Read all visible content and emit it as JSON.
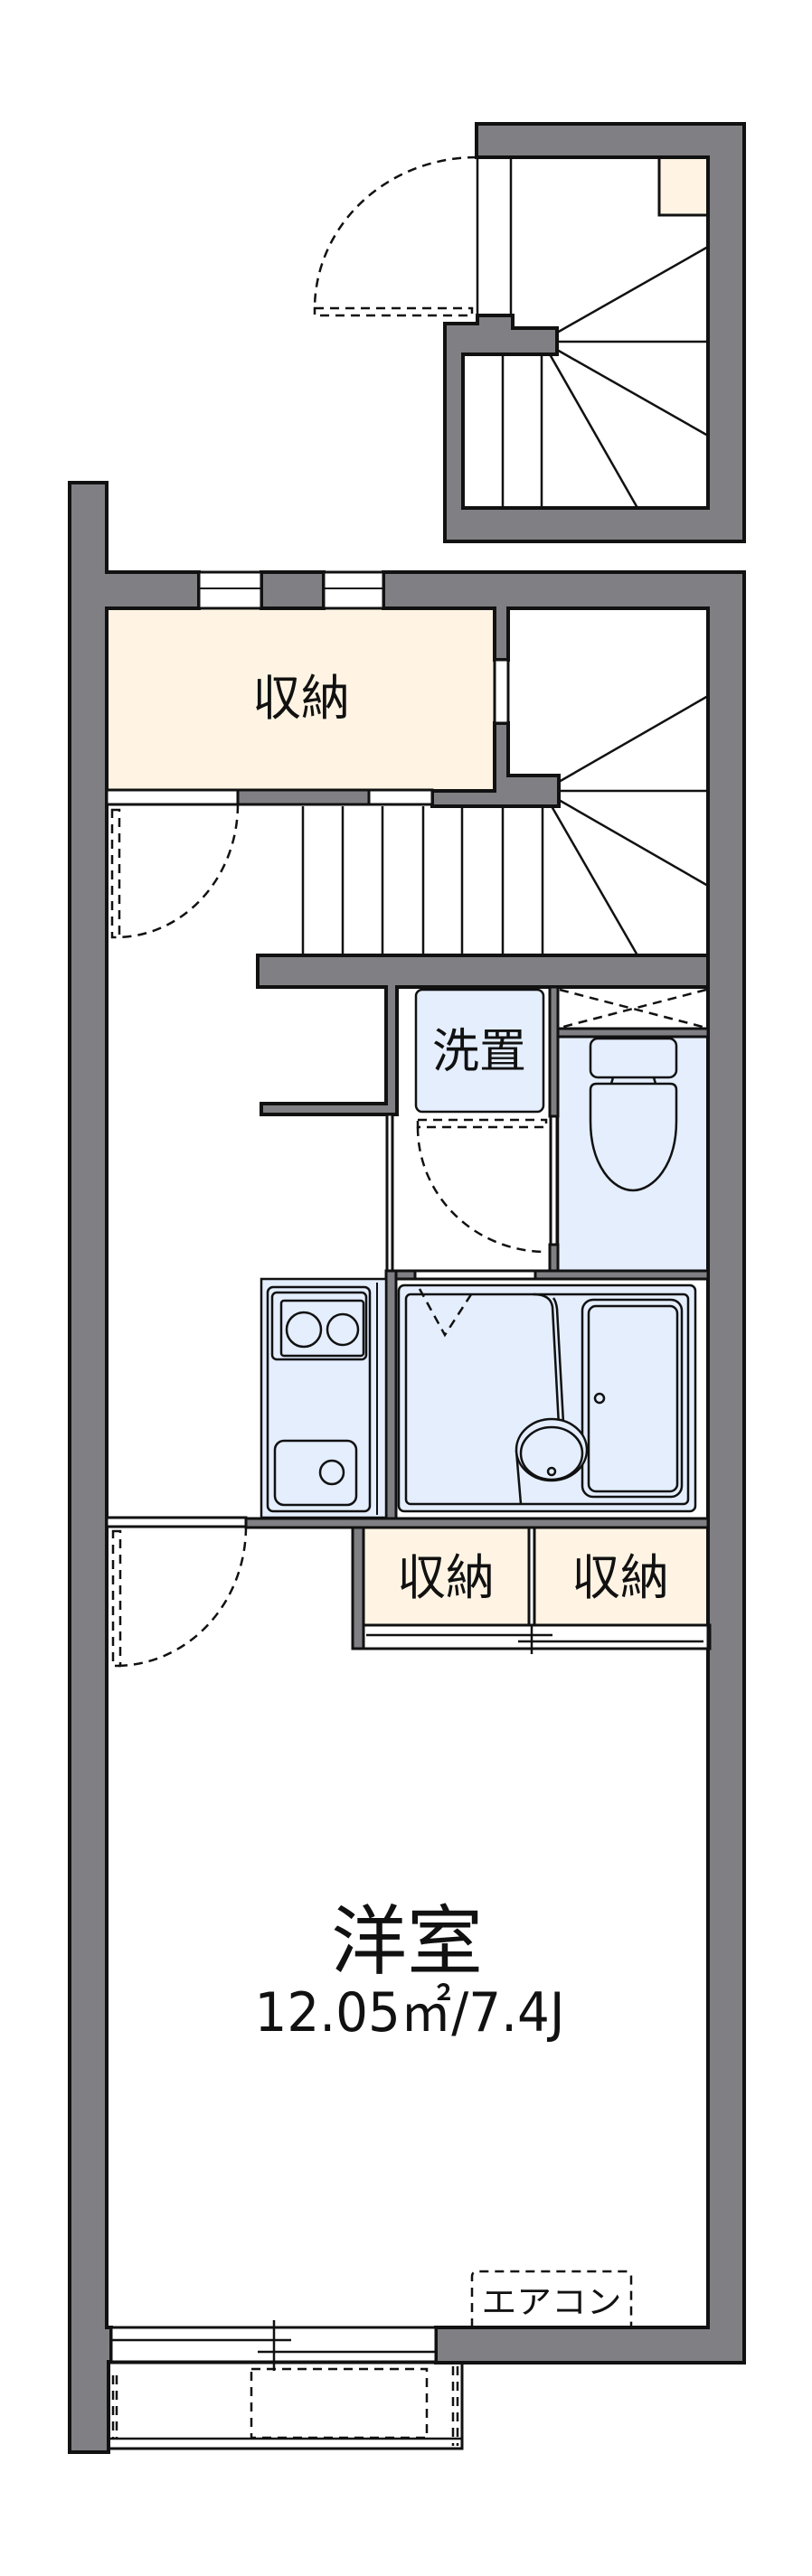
{
  "plan": {
    "labels": {
      "storage_top": "収納",
      "laundry_space": "洗置",
      "storage_left": "収納",
      "storage_right": "収納",
      "western_room": "洋室",
      "western_room_area": "12.05㎡/7.4J",
      "air_conditioner": "エアコン"
    }
  },
  "colors": {
    "wall": "#808084",
    "ink": "#111111",
    "storage": "#fff4e3",
    "wet_area": "#e4eefd",
    "background": "#ffffff"
  }
}
